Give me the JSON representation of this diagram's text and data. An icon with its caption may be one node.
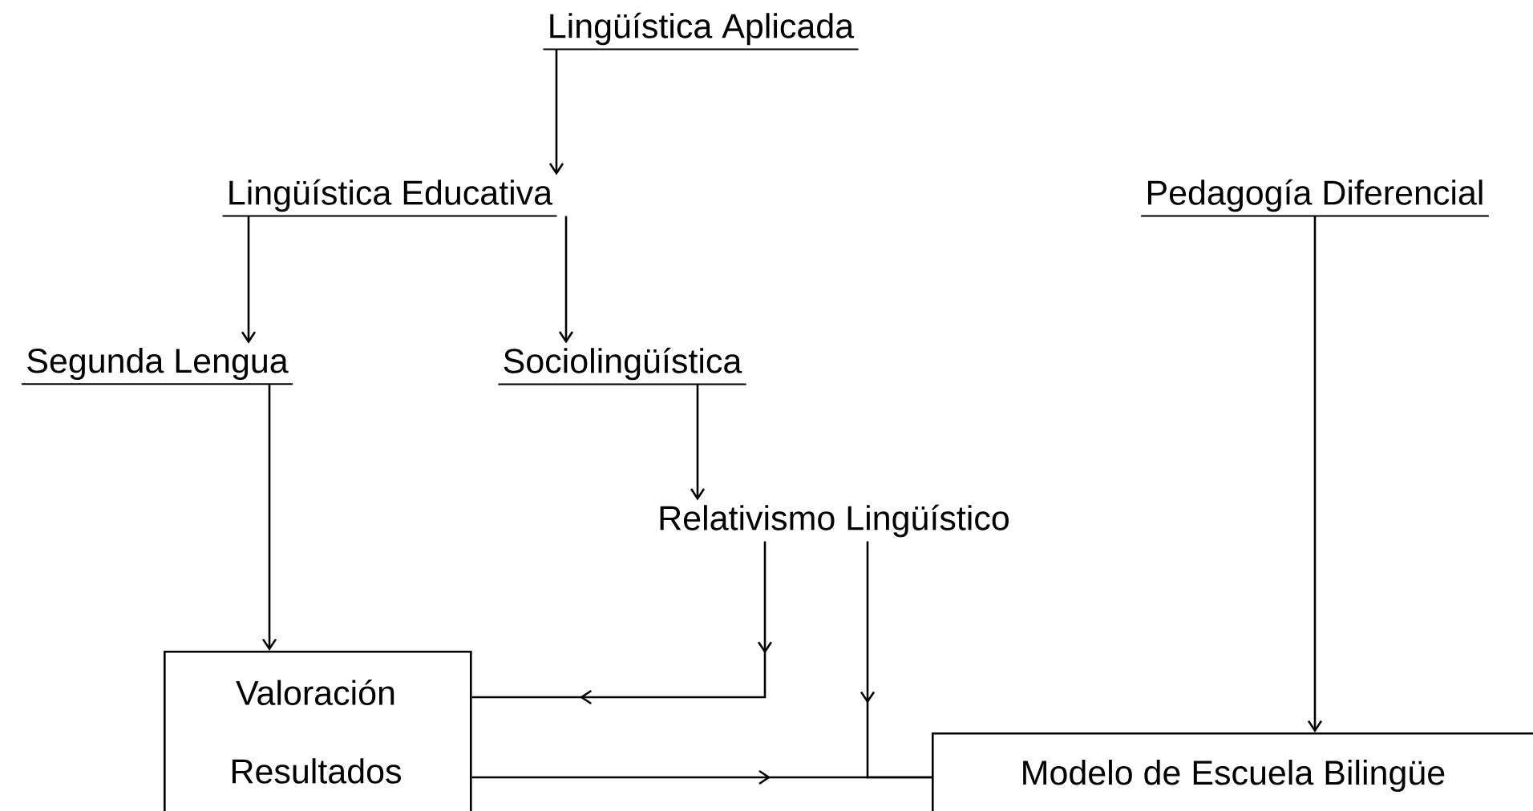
{
  "diagram": {
    "nodes": [
      {
        "text": [
          "Lingüística Aplicada"
        ]
      },
      {
        "text": [
          "Lingüística Educativa"
        ]
      },
      {
        "text": [
          "Pedagogía Diferencial"
        ]
      },
      {
        "text": [
          "Segunda Lengua"
        ]
      },
      {
        "text": [
          "Sociolingüística"
        ]
      },
      {
        "text": [
          "Relativismo Lingüístico"
        ]
      },
      {
        "text": [
          "Valoración",
          "Resultados"
        ]
      },
      {
        "text": [
          "Modelo de Escuela Bilingüe"
        ]
      }
    ],
    "edges": [
      {
        "from": 0,
        "to": 1,
        "arrow": "to"
      },
      {
        "from": 1,
        "to": 3,
        "arrow": "to"
      },
      {
        "from": 1,
        "to": 4,
        "arrow": "to"
      },
      {
        "from": 2,
        "to": 7,
        "arrow": "to"
      },
      {
        "from": 3,
        "to": 6,
        "arrow": "to"
      },
      {
        "from": 4,
        "to": 5,
        "arrow": "to"
      },
      {
        "from": 5,
        "to": 6,
        "arrow": "to"
      },
      {
        "from": 6,
        "to": 7,
        "arrow": "to"
      },
      {
        "from": 5,
        "to": 7,
        "arrow": "to"
      }
    ]
  }
}
